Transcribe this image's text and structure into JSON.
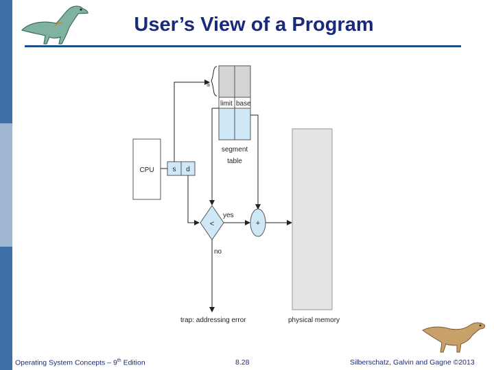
{
  "slide": {
    "title": "User’s View of a Program",
    "colors": {
      "title": "#1a2a7a",
      "rule": "#1a4f8a",
      "sidebar_blue": "#3f6fa8",
      "sidebar_light": "#9fb6d3",
      "segment_fill": "#cfe8f8",
      "memory_fill": "#e4e4e4"
    }
  },
  "diagram": {
    "selector_label": "s",
    "limit_label": "limit",
    "base_label": "base",
    "segment_table_label_1": "segment",
    "segment_table_label_2": "table",
    "cpu_label": "CPU",
    "addr_s": "s",
    "addr_d": "d",
    "compare_symbol": "<",
    "add_symbol": "+",
    "yes_label": "yes",
    "no_label": "no",
    "trap_label": "trap: addressing error",
    "memory_label": "physical memory"
  },
  "footer": {
    "left_text": "Operating System Concepts – 9",
    "left_sup": "th",
    "left_suffix": " Edition",
    "center": "8.28",
    "right": "Silberschatz, Galvin and Gagne ©2013"
  },
  "icons": [
    "dinosaur-logo-icon",
    "dinosaur-footer-icon"
  ]
}
